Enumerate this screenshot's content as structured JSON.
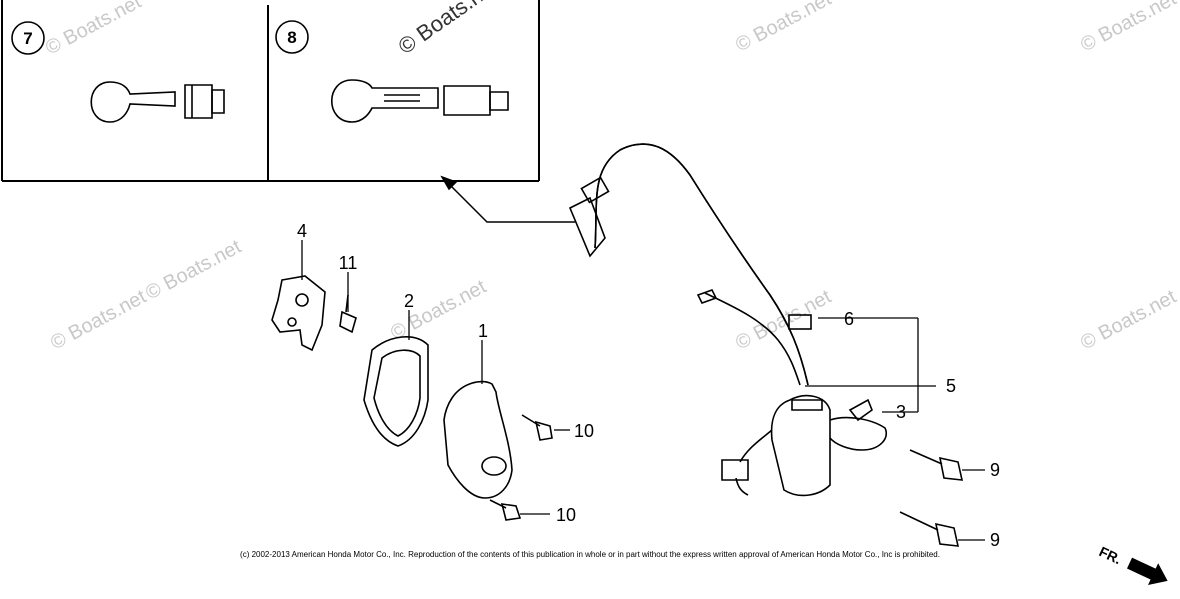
{
  "watermarks": [
    "© Boats.net",
    "© Boats.net",
    "© Boats.net",
    "© Boats.net",
    "© Boats.net",
    "© Boats.net",
    "© Boats.net",
    "© Boats.net",
    "© Boats.net"
  ],
  "insets": [
    {
      "number": "7"
    },
    {
      "number": "8"
    }
  ],
  "callouts": [
    {
      "id": "c1",
      "label": "1"
    },
    {
      "id": "c2",
      "label": "2"
    },
    {
      "id": "c3",
      "label": "3"
    },
    {
      "id": "c4",
      "label": "4"
    },
    {
      "id": "c5",
      "label": "5"
    },
    {
      "id": "c6",
      "label": "6"
    },
    {
      "id": "c9a",
      "label": "9"
    },
    {
      "id": "c9b",
      "label": "9"
    },
    {
      "id": "c10a",
      "label": "10"
    },
    {
      "id": "c10b",
      "label": "10"
    },
    {
      "id": "c11",
      "label": "11"
    }
  ],
  "direction_indicator": "FR.",
  "copyright": "(c) 2002-2013 American Honda Motor Co., Inc. Reproduction of the contents of this publication in whole or in part without the express written approval of American Honda Motor Co., Inc is prohibited."
}
